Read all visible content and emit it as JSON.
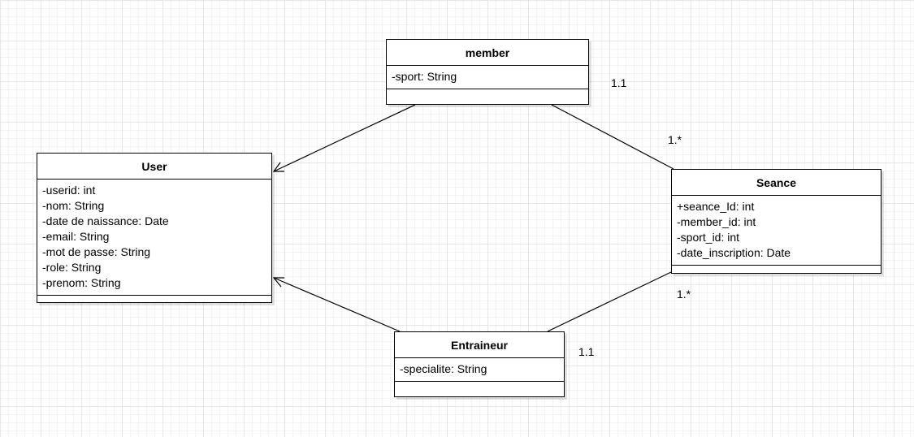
{
  "classes": {
    "member": {
      "name": "member",
      "attributes": [
        "-sport: String"
      ]
    },
    "user": {
      "name": "User",
      "attributes": [
        "-userid: int",
        "-nom: String",
        "-date de naissance: Date",
        "-email: String",
        "-mot de passe: String",
        "-role: String",
        "-prenom: String"
      ]
    },
    "seance": {
      "name": "Seance",
      "attributes": [
        "+seance_Id: int",
        "-member_id: int",
        "-sport_id: int",
        "-date_inscription: Date"
      ]
    },
    "entraineur": {
      "name": "Entraineur",
      "attributes": [
        "-specialite: String"
      ]
    }
  },
  "multiplicities": {
    "member_seance_member_end": "1.1",
    "member_seance_seance_end": "1.*",
    "seance_entraineur_seance_end": "1.*",
    "seance_entraineur_entraineur_end": "1.1"
  },
  "relationships": [
    {
      "from": "member",
      "to": "User",
      "kind": "generalization"
    },
    {
      "from": "Entraineur",
      "to": "User",
      "kind": "generalization"
    },
    {
      "from": "member",
      "to": "Seance",
      "kind": "association"
    },
    {
      "from": "Seance",
      "to": "Entraineur",
      "kind": "association"
    }
  ]
}
